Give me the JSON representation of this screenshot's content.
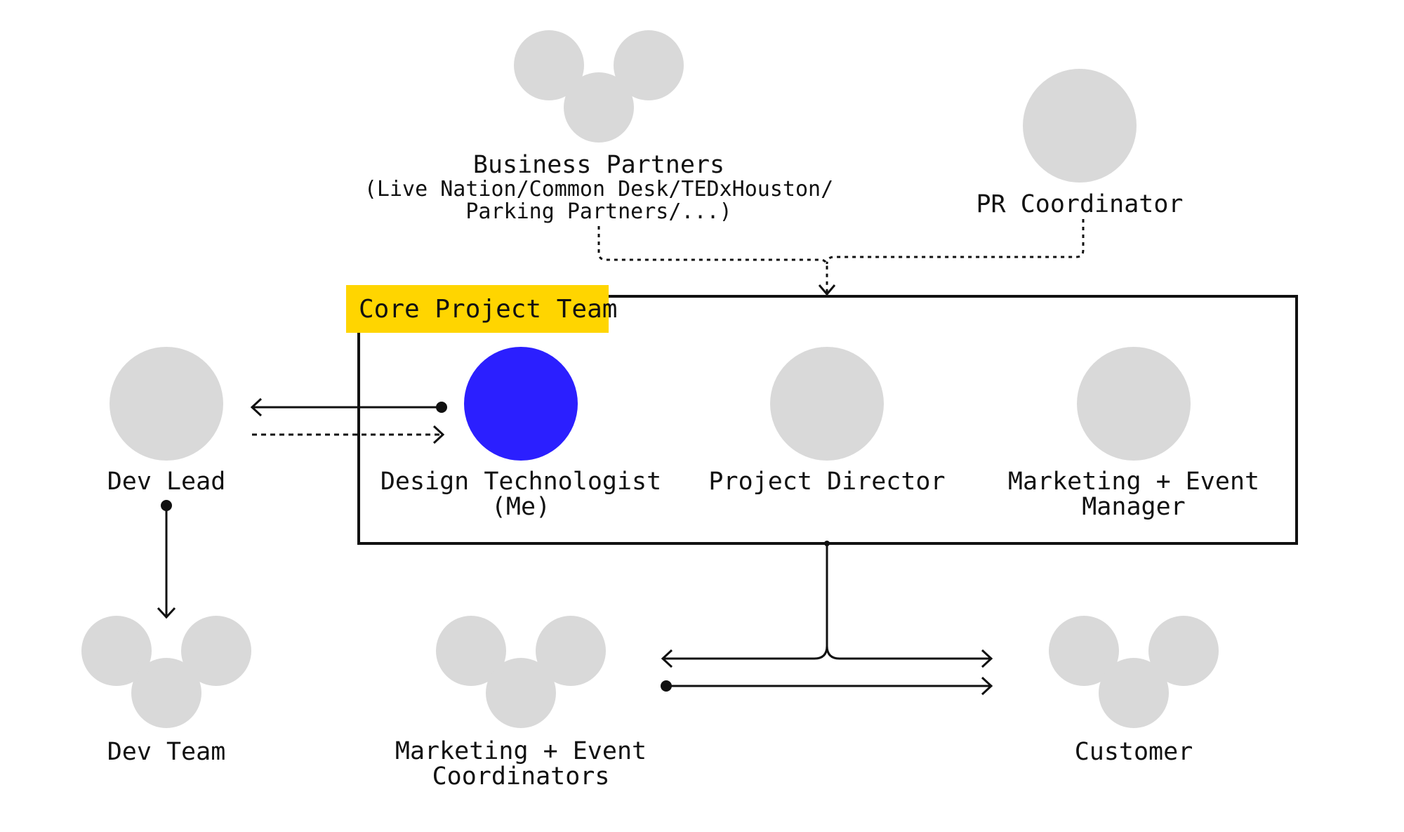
{
  "colors": {
    "person": "#d9d9d9",
    "me": "#2b1fff",
    "highlight": "#ffd500",
    "line": "#111111"
  },
  "labels": {
    "business_partners": {
      "line1": "Business Partners",
      "line2": "(Live Nation/Common Desk/TEDxHouston/",
      "line3": "Parking Partners/...)"
    },
    "pr_coordinator": "PR Coordinator",
    "core_team": "Core Project Team",
    "dev_lead": "Dev Lead",
    "design_technologist": {
      "line1": "Design Technologist",
      "line2": "(Me)"
    },
    "project_director": "Project Director",
    "marketing_event_manager": {
      "line1": "Marketing + Event",
      "line2": "Manager"
    },
    "dev_team": "Dev Team",
    "marketing_event_coordinators": {
      "line1": "Marketing + Event",
      "line2": "Coordinators"
    },
    "customer": "Customer"
  }
}
